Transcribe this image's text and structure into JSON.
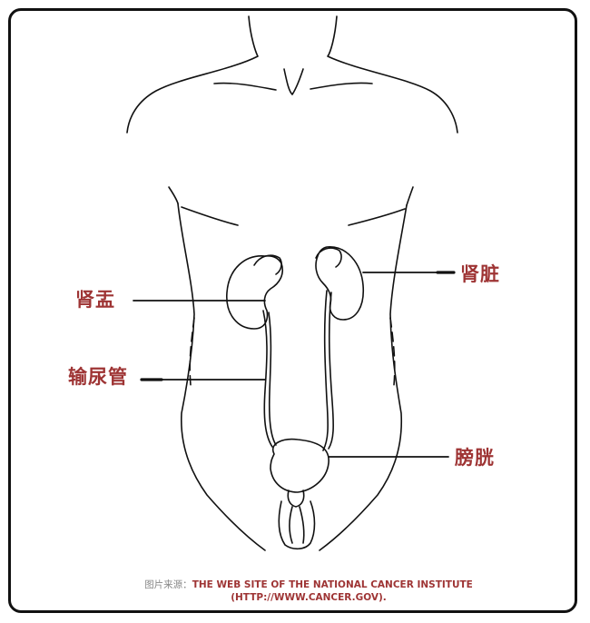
{
  "labels": {
    "renal_pelvis": "肾盂",
    "ureter": "输尿管",
    "kidney": "肾脏",
    "bladder": "膀胱"
  },
  "caption": {
    "prefix": "图片来源：",
    "source_line1": "THE WEB SITE OF THE NATIONAL CANCER INSTITUTE",
    "source_line2": "(HTTP://WWW.CANCER.GOV)."
  },
  "colors": {
    "label": "#9e3434",
    "line": "#111111",
    "frame": "#111111"
  }
}
